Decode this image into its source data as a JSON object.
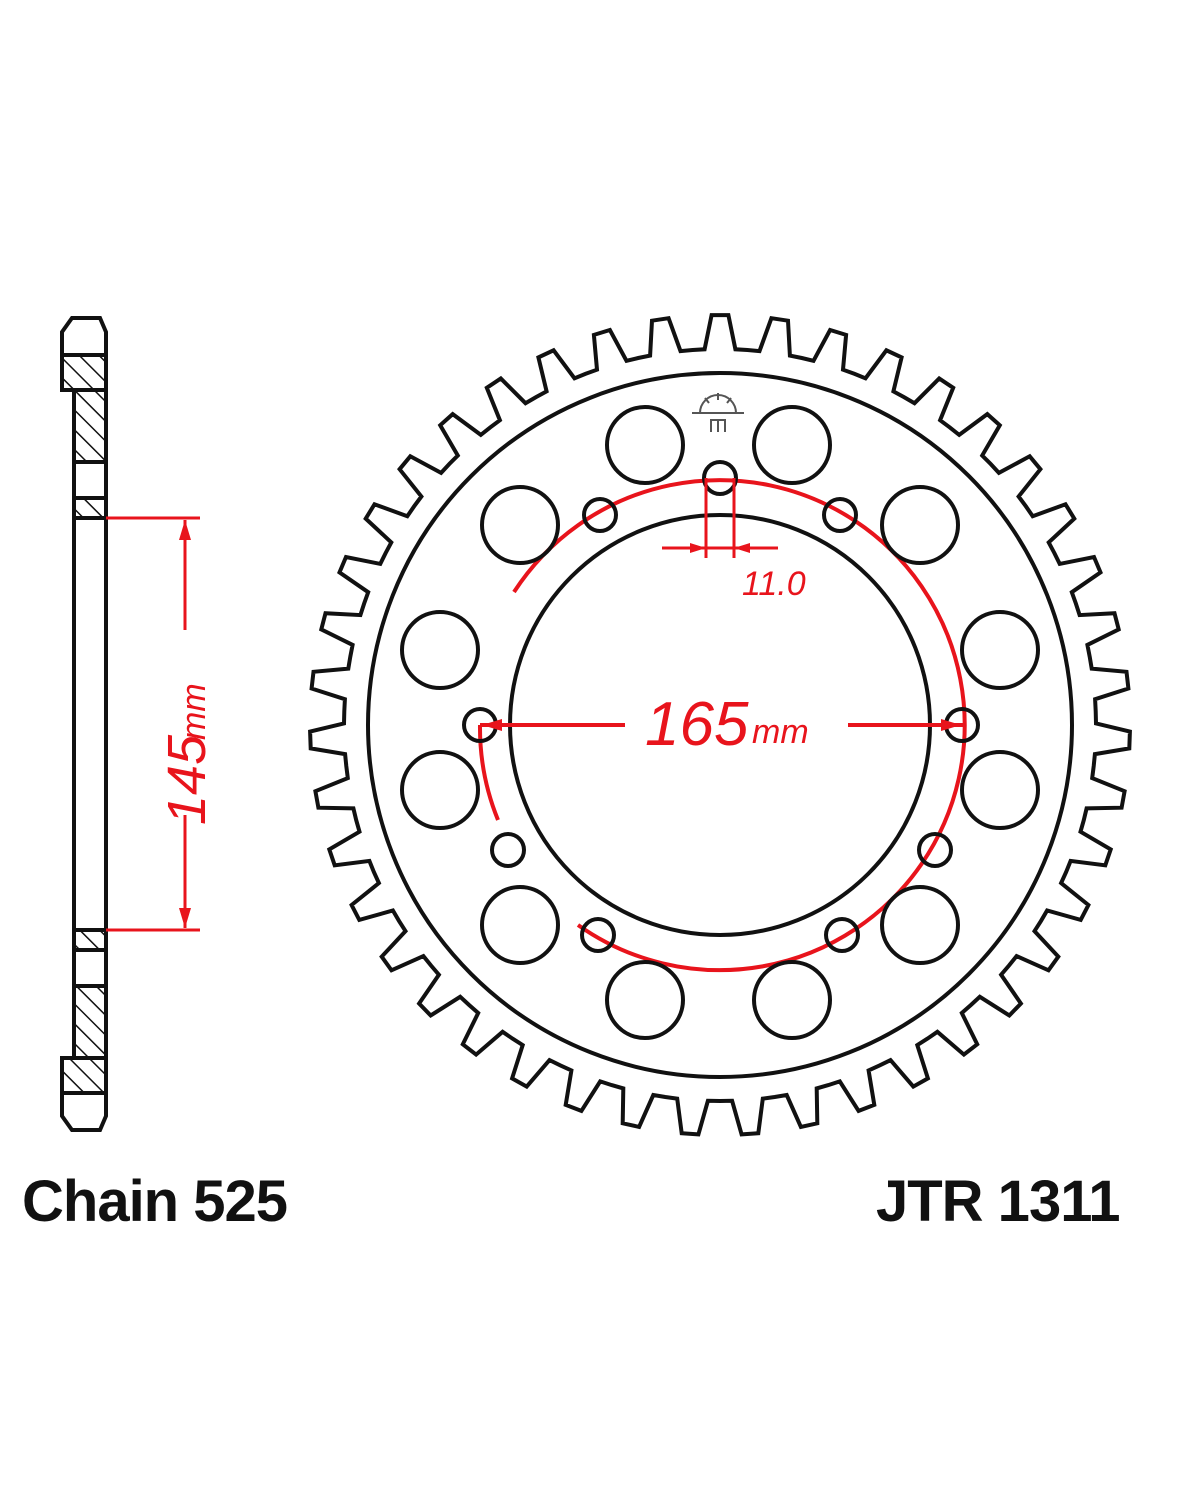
{
  "diagram": {
    "chain_label": "Chain 525",
    "part_number": "JTR 1311",
    "pcd": {
      "value": "165",
      "unit": "mm"
    },
    "center_bore_offset": {
      "value": "145",
      "unit": "mm"
    },
    "bolt_hole": {
      "value": "11.0"
    },
    "logo": "JT",
    "teeth": 43,
    "colors": {
      "outline": "#111111",
      "dimension": "#e8141c"
    }
  }
}
